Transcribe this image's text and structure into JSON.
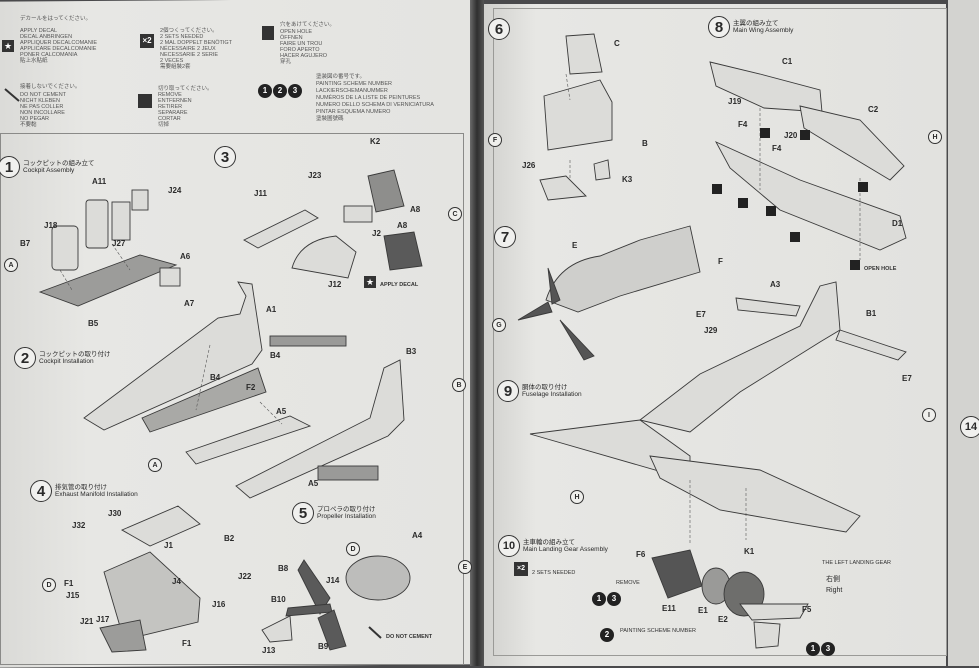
{
  "legend": {
    "decal": {
      "jp": "デカールをはってください。",
      "lines": [
        "APPLY DECAL",
        "DECAL ANBRINGEN",
        "APPLIQUER DECALCOMANIE",
        "APPLICARE DECALCOMANIE",
        "PONER CALCOMANIA",
        "貼上水貼紙"
      ]
    },
    "x2": {
      "mark": "×2",
      "jp": "2個つくってください。",
      "lines": [
        "2 SETS NEEDED",
        "2 MAL DOPPELT BENÖTIGT",
        "NÉCESSAIRE 2 JEUX",
        "NECESSARIE 2 SERIE",
        "2 VECES",
        "需要組裝2套"
      ]
    },
    "open": {
      "jp": "穴をあけてください。",
      "lines": [
        "OPEN HOLE",
        "ÖFFNEN",
        "FAIRE UN TROU",
        "FORO APERTO",
        "HACER AGUJERO",
        "穿孔"
      ]
    },
    "nocement": {
      "jp": "接着しないでください。",
      "lines": [
        "DO NOT CEMENT",
        "NICHT KLEBEN",
        "NE PAS COLLER",
        "NON INCOLLARE",
        "NO PEGAR",
        "不要黏"
      ]
    },
    "remove": {
      "jp": "切り取ってください。",
      "lines": [
        "REMOVE",
        "ENTFERNEN",
        "RETIRER",
        "SEPARARE",
        "CORTAR",
        "切掉"
      ]
    },
    "scheme": {
      "jp": "塗装図の番号です。",
      "numbers": [
        "1",
        "2",
        "3"
      ],
      "lines": [
        "PAINTING SCHEME NUMBER",
        "LACKIERSCHEMANUMMER",
        "NUMÉROS DE LA LISTE DE PEINTURES",
        "NUMERO DELLO SCHEMA DI VERNICIATURA",
        "PINTAR ESQUEMA NUMERO",
        "塗裝圖號碼"
      ]
    }
  },
  "steps": [
    {
      "n": "1",
      "jp": "コックピットの組み立て",
      "en": "Cockpit Assembly"
    },
    {
      "n": "2",
      "jp": "コックピットの取り付け",
      "en": "Cockpit Installation"
    },
    {
      "n": "3",
      "jp": "",
      "en": ""
    },
    {
      "n": "4",
      "jp": "排気管の取り付け",
      "en": "Exhaust Manifold Installation"
    },
    {
      "n": "5",
      "jp": "プロペラの取り付け",
      "en": "Propeller Installation"
    },
    {
      "n": "6",
      "jp": "",
      "en": ""
    },
    {
      "n": "7",
      "jp": "",
      "en": ""
    },
    {
      "n": "8",
      "jp": "主翼の組み立て",
      "en": "Main Wing Assembly"
    },
    {
      "n": "9",
      "jp": "胴体の取り付け",
      "en": "Fuselage Installation"
    },
    {
      "n": "10",
      "jp": "主車輪の組み立て",
      "en": "Main Landing Gear Assembly"
    }
  ],
  "far_step": "14",
  "parts": {
    "cockpit": [
      "A11",
      "J24",
      "J18",
      "J27",
      "B7",
      "A6",
      "A7",
      "B5"
    ],
    "step3": [
      "K2",
      "J23",
      "J11",
      "A8",
      "J2",
      "A8",
      "J12"
    ],
    "step2": [
      "A1",
      "B4",
      "B4",
      "F2",
      "A5",
      "B3",
      "A5"
    ],
    "step4": [
      "J30",
      "B2",
      "J32",
      "J1",
      "J22",
      "J4",
      "F1",
      "J15",
      "J16",
      "J21",
      "J17",
      "F1"
    ],
    "step5": [
      "A4",
      "B8",
      "J14",
      "B10",
      "J13",
      "B9"
    ],
    "step6": [
      "C",
      "B",
      "J26",
      "K3"
    ],
    "step7": [
      "E",
      "F"
    ],
    "step8": [
      "C1",
      "C2",
      "J19",
      "F4",
      "J20",
      "F4",
      "D1"
    ],
    "step9": [
      "A3",
      "E7",
      "J29",
      "B1",
      "E7"
    ],
    "step10": [
      "F6",
      "E11",
      "E1",
      "K1",
      "E2",
      "F5"
    ]
  },
  "callouts": [
    "A",
    "B",
    "C",
    "D",
    "E",
    "F",
    "G",
    "H",
    "I"
  ],
  "notes": {
    "open_hole": "OPEN HOLE",
    "apply_decal": "APPLY DECAL",
    "do_not_cement": "DO NOT CEMENT",
    "right": "右側",
    "right_en": "Right",
    "sets_needed": "2 SETS NEEDED",
    "remove": "REMOVE",
    "scheme": "PAINTING SCHEME NUMBER",
    "left_gear": "THE LEFT LANDING GEAR",
    "h_ref": "H"
  }
}
